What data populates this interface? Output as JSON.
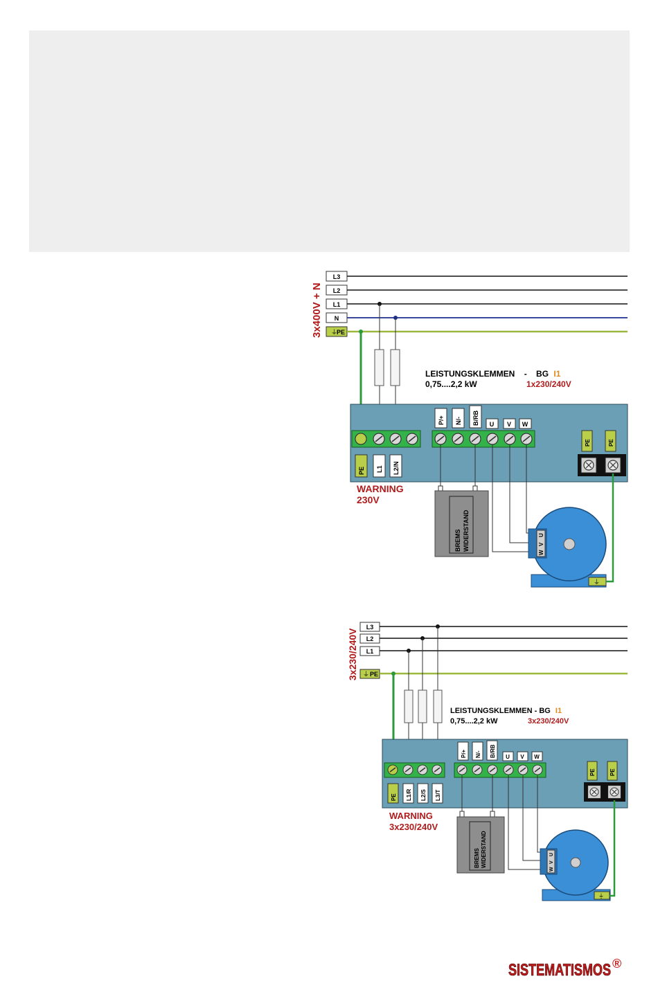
{
  "diagram1": {
    "supply_label": "3x400V + N",
    "lines": [
      "L3",
      "L2",
      "L1",
      "N",
      "PE"
    ],
    "title": "LEISTUNGSKLEMMEN",
    "title_sep": "-",
    "bg": "BG",
    "bg_highlight": "I1",
    "power": "0,75....2,2 kW",
    "voltage": "1x230/240V",
    "terminals_top": [
      "P/+",
      "N/-",
      "B/RB",
      "U",
      "V",
      "W"
    ],
    "terminals_bottom": [
      "PE",
      "L1",
      "L2/N"
    ],
    "pe_right": [
      "PE",
      "PE"
    ],
    "warning_line1": "WARNING",
    "warning_line2": "230V",
    "resistor_line1": "BREMS",
    "resistor_line2": "WIDERSTAND",
    "motor_terminals": [
      "U",
      "V",
      "W"
    ]
  },
  "diagram2": {
    "supply_label": "3x230/240V",
    "lines": [
      "L3",
      "L2",
      "L1",
      "PE"
    ],
    "title": "LEISTUNGSKLEMMEN - BG",
    "bg_highlight": "I1",
    "power": "0,75....2,2 kW",
    "voltage": "3x230/240V",
    "terminals_top": [
      "P/+",
      "N/-",
      "B/RB",
      "U",
      "V",
      "W"
    ],
    "terminals_bottom": [
      "PE",
      "L1/R",
      "L2/S",
      "L3/T"
    ],
    "pe_right": [
      "PE",
      "PE"
    ],
    "warning_line1": "WARNING",
    "warning_line2": "3x230/240V",
    "resistor_line1": "BREMS",
    "resistor_line2": "WIDERSTAND",
    "motor_terminals": [
      "U",
      "V",
      "W"
    ]
  },
  "brand": {
    "name": "SISTEMATISMOS",
    "mark": "®"
  },
  "colors": {
    "panel": "#6a9fb5",
    "terminal_strip": "#33b24a",
    "ground": "#2b9a3a",
    "pe_line": "#9bb83c",
    "neutral": "#1f2f8f",
    "warning": "#b01c1c",
    "highlight": "#e08a1e",
    "motor": "#3a8fd6",
    "resistor": "#8e8e8e"
  }
}
